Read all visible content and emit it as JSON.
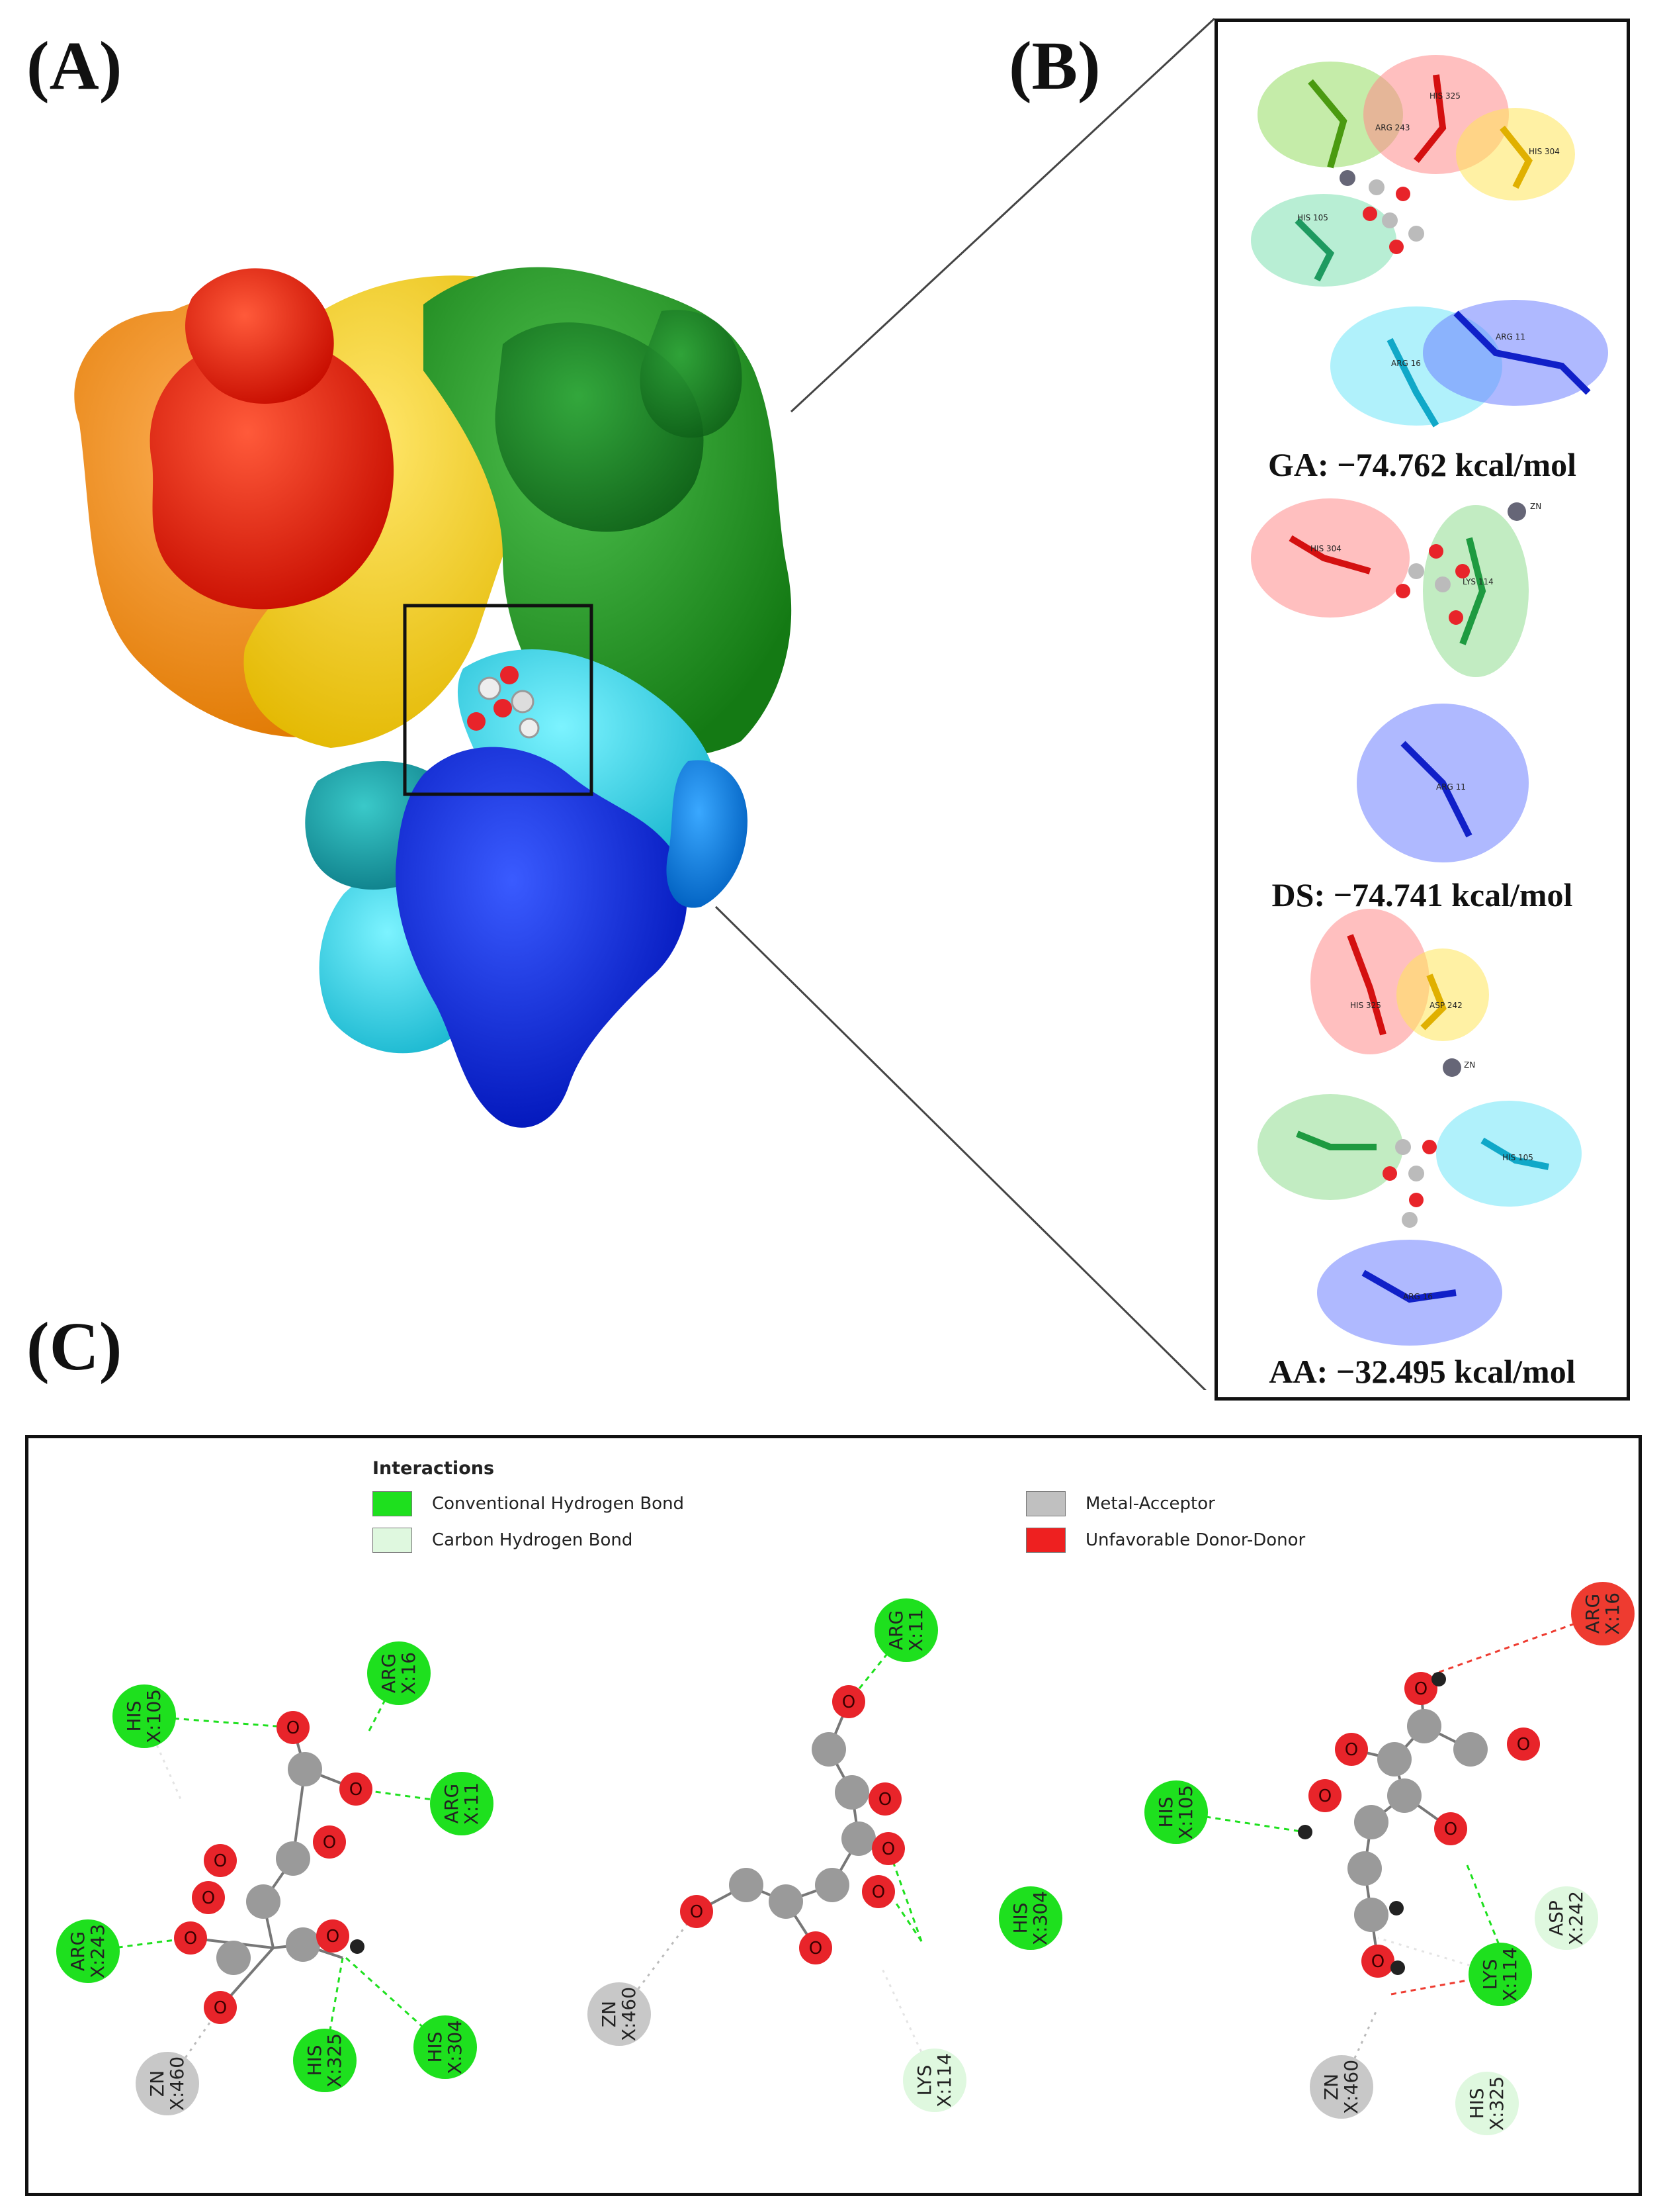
{
  "panels": {
    "a": {
      "label": "(A)"
    },
    "b": {
      "label": "(B)"
    },
    "c": {
      "label": "(C)"
    }
  },
  "panel_b": {
    "complexes": [
      {
        "energy": "GA: −74.762 kcal/mol",
        "residues": [
          "HIS 325",
          "ARG 243",
          "HIS 304",
          "HIS 105",
          "ARG 11",
          "ARG 16"
        ]
      },
      {
        "energy": "DS: −74.741 kcal/mol",
        "residues": [
          "HIS 304",
          "LYS 114",
          "ARG 11"
        ],
        "ion": "ZN"
      },
      {
        "energy": "AA: −32.495 kcal/mol",
        "residues": [
          "HIS 325",
          "ASP 242",
          "HIS 105",
          "ARG 16"
        ],
        "ion": "ZN"
      }
    ]
  },
  "panel_c": {
    "legend": {
      "title": "Interactions",
      "items": [
        {
          "label": "Conventional Hydrogen Bond",
          "color": "#1ee01e"
        },
        {
          "label": "Carbon Hydrogen Bond",
          "color": "#dff8df"
        },
        {
          "label": "Metal-Acceptor",
          "color": "#c0c0c0"
        },
        {
          "label": "Unfavorable Donor-Donor",
          "color": "#ee2020"
        }
      ]
    },
    "atom_label": "O",
    "diagram1_residues": [
      {
        "name": "HIS",
        "id": "X:105"
      },
      {
        "name": "ARG",
        "id": "X:16"
      },
      {
        "name": "ARG",
        "id": "X:11"
      },
      {
        "name": "ARG",
        "id": "X:243"
      },
      {
        "name": "ZN",
        "id": "X:460"
      },
      {
        "name": "HIS",
        "id": "X:325"
      },
      {
        "name": "HIS",
        "id": "X:304"
      }
    ],
    "diagram2_residues": [
      {
        "name": "ARG",
        "id": "X:11"
      },
      {
        "name": "ZN",
        "id": "X:460"
      },
      {
        "name": "HIS",
        "id": "X:304"
      },
      {
        "name": "LYS",
        "id": "X:114"
      }
    ],
    "diagram3_residues": [
      {
        "name": "ARG",
        "id": "X:16"
      },
      {
        "name": "HIS",
        "id": "X:105"
      },
      {
        "name": "ASP",
        "id": "X:242"
      },
      {
        "name": "LYS",
        "id": "X:114"
      },
      {
        "name": "ZN",
        "id": "X:460"
      },
      {
        "name": "HIS",
        "id": "X:325"
      }
    ]
  },
  "colors": {
    "conventional_hbond": "#1ee01e",
    "carbon_hbond": "#dff8df",
    "metal": "#c8c8c8",
    "unfavorable": "#ee3b30",
    "oxygen": "#e8242a",
    "carbon": "#9a9a9a"
  }
}
